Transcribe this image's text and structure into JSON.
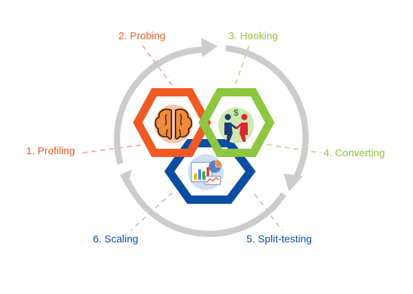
{
  "colors": {
    "orange": "#ef5a24",
    "green": "#8dc63f",
    "blue": "#0a4da2",
    "cycle_ring": "#cccccc"
  },
  "steps": [
    {
      "label": "1. Profiling",
      "color": "#ef5a24"
    },
    {
      "label": "2. Probing",
      "color": "#ef5a24"
    },
    {
      "label": "3. Hooking",
      "color": "#8dc63f"
    },
    {
      "label": "4. Converting",
      "color": "#8dc63f"
    },
    {
      "label": "5. Split-testing",
      "color": "#0a4da2"
    },
    {
      "label": "6. Scaling",
      "color": "#0a4da2"
    }
  ],
  "icons": {
    "orange_hex": "brain-icon",
    "green_hex": "handshake-deal-icon",
    "blue_hex": "analytics-dashboard-icon"
  }
}
